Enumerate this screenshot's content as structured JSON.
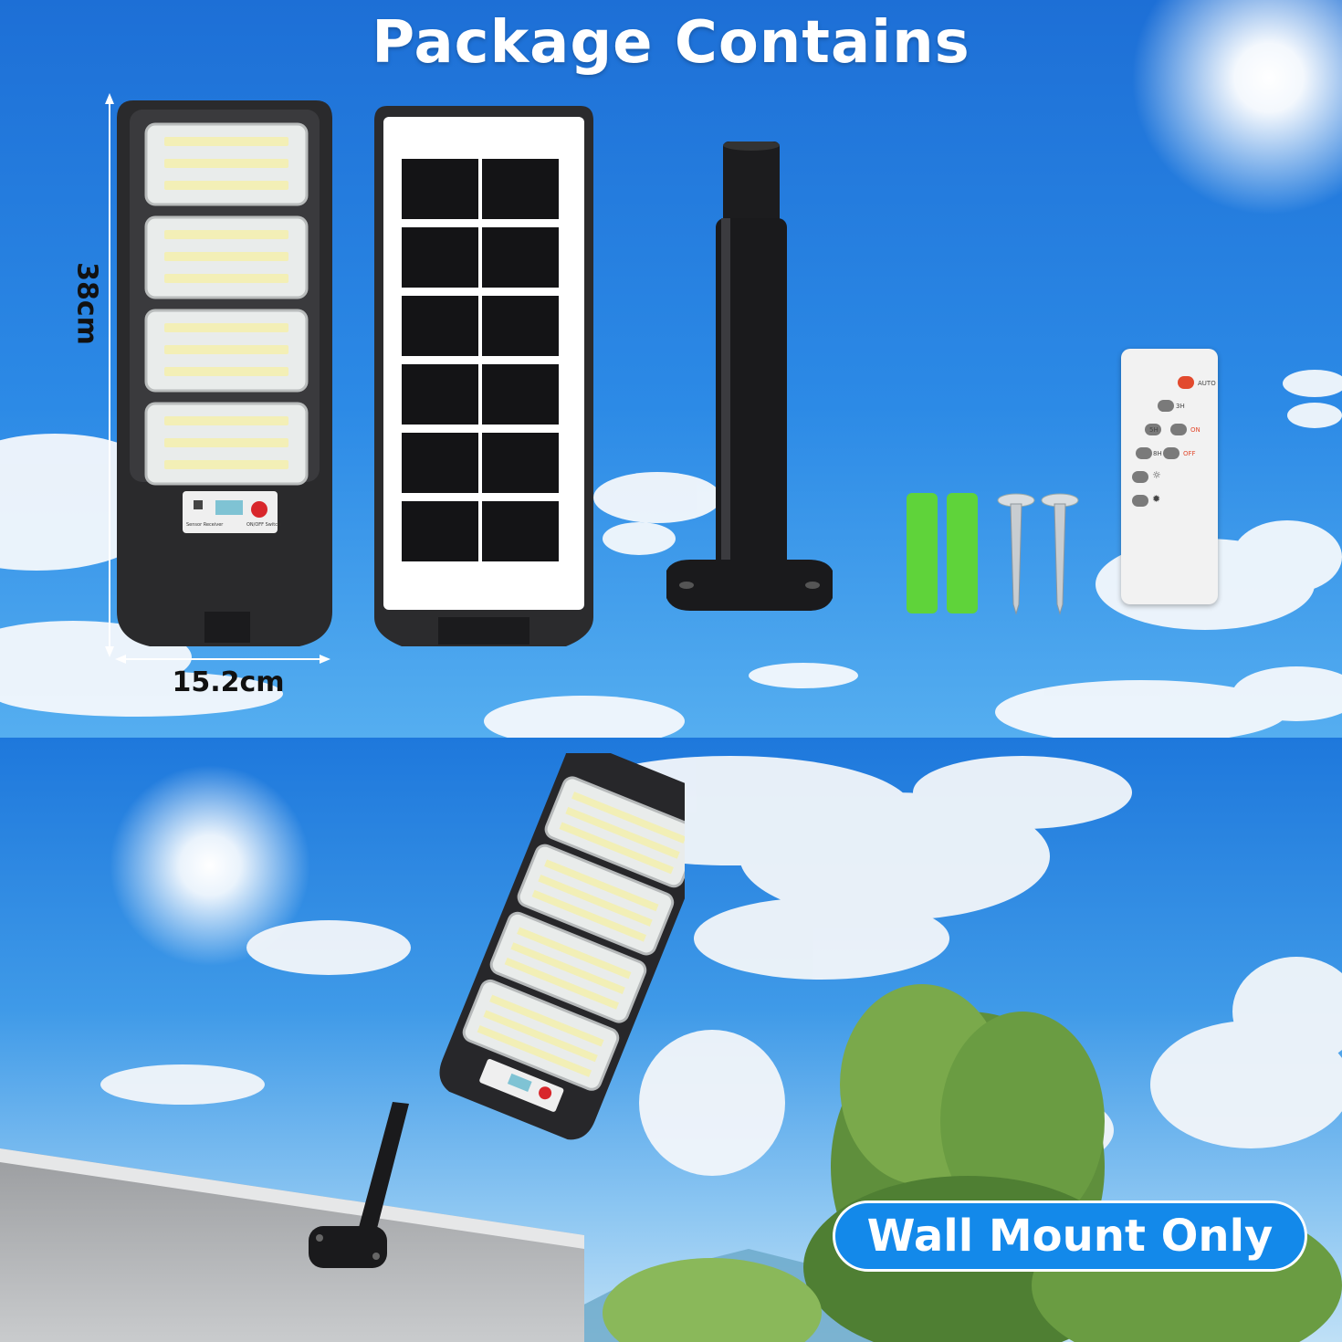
{
  "title": "Package Contains",
  "dimensions": {
    "height": "38cm",
    "width": "15.2cm"
  },
  "lamp_panel": {
    "sensor_label": "Sensor Receiver",
    "switch_label": "ON/OFF Switch"
  },
  "remote": {
    "auto": "AUTO",
    "h3": "3H",
    "h5": "5H",
    "on": "ON",
    "h8": "8H",
    "off": "OFF",
    "bright_up_icon": "sun-icon",
    "bright_down_icon": "sun-dim-icon"
  },
  "badge": "Wall Mount Only",
  "colors": {
    "sky_top": "#1d6fd6",
    "badge": "#1389ea",
    "anchor_green": "#5fd33a",
    "remote_red": "#e24a2e"
  }
}
